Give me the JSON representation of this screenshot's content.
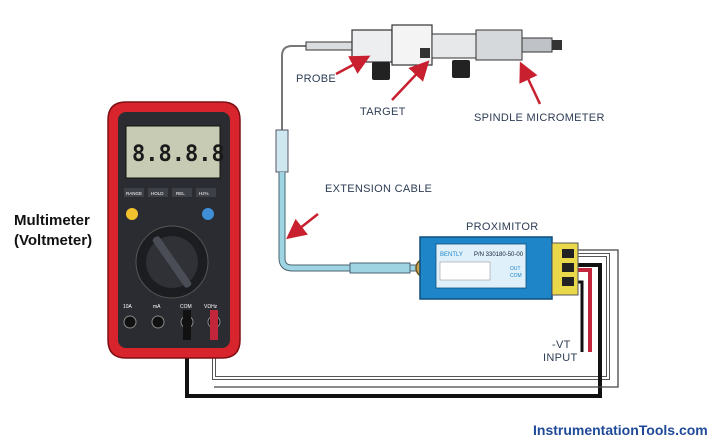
{
  "labels": {
    "probe": "PROBE",
    "target": "TARGET",
    "spindle": "SPINDLE MICROMETER",
    "extension_cable": "EXTENSION CABLE",
    "proximitor": "PROXIMITOR",
    "vt_line1": "-VT",
    "vt_line2": "INPUT",
    "multimeter_line1": "Multimeter",
    "multimeter_line2": "(Voltmeter)",
    "watermark": "InstrumentationTools.com"
  },
  "proximitor_device": {
    "part_number": "P/N 330180-50-00",
    "brand": "BENTLY",
    "out": "OUT",
    "com": "COM"
  },
  "multimeter_device": {
    "display": "8.8.8.8",
    "buttons": [
      "RANGE",
      "HOLD",
      "REL",
      "Hz%"
    ],
    "terminals": [
      "10A",
      "mA",
      "COM",
      "VΩHz"
    ]
  },
  "colors": {
    "multimeter_body": "#d8242c",
    "cable": "#9fd4e3",
    "proximitor": "#1e86c8",
    "annotation_arrow": "#c8202e",
    "label_text": "#2e3d55",
    "watermark": "#1f4a99"
  }
}
